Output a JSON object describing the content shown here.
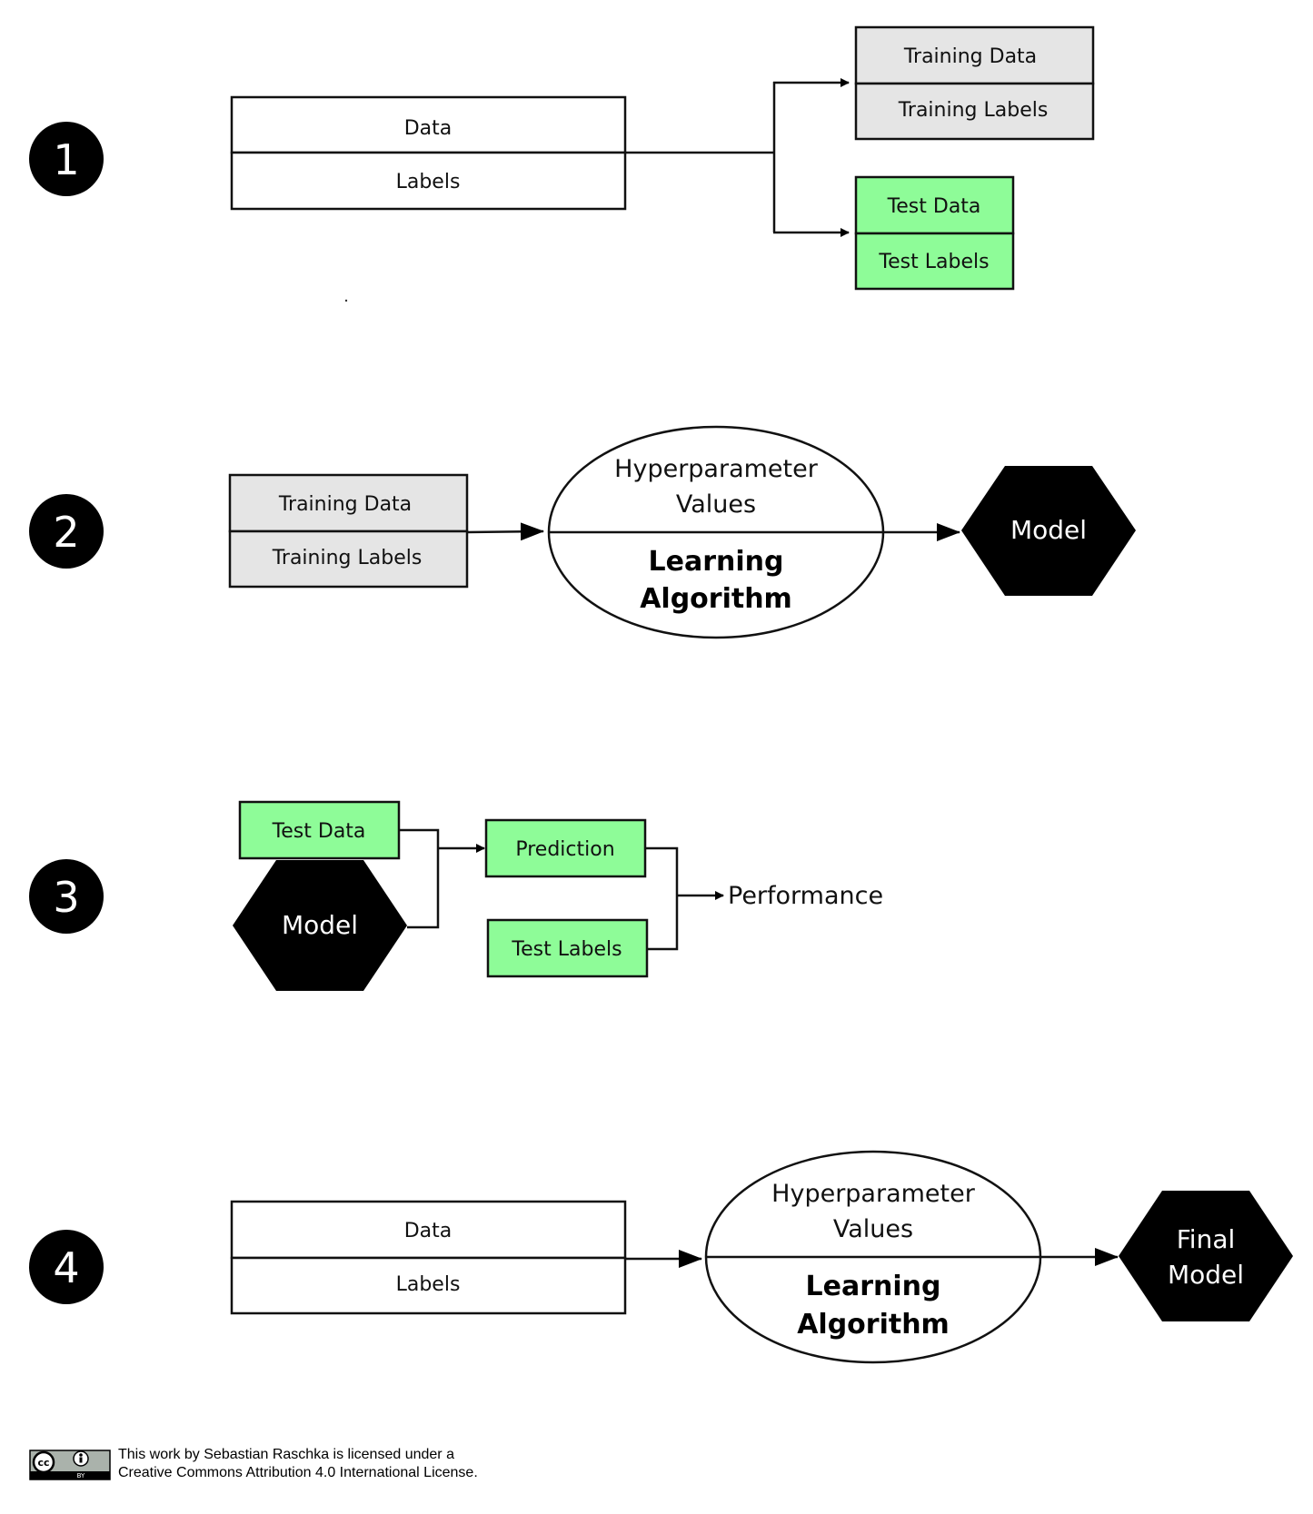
{
  "colors": {
    "white_box": "#ffffff",
    "gray_box": "#e5e5e5",
    "green_box": "#8efc98",
    "hexagon": "#000000",
    "step_circle": "#000000",
    "stroke": "#111111"
  },
  "steps": {
    "s1": {
      "number": "1",
      "data": "Data",
      "labels": "Labels",
      "training_data": "Training Data",
      "training_labels": "Training Labels",
      "test_data": "Test Data",
      "test_labels": "Test Labels"
    },
    "s2": {
      "number": "2",
      "training_data": "Training Data",
      "training_labels": "Training Labels",
      "hyper_line1": "Hyperparameter",
      "hyper_line2": "Values",
      "algo_line1": "Learning",
      "algo_line2": "Algorithm",
      "model": "Model"
    },
    "s3": {
      "number": "3",
      "test_data": "Test Data",
      "model": "Model",
      "prediction": "Prediction",
      "test_labels": "Test Labels",
      "performance": "Performance"
    },
    "s4": {
      "number": "4",
      "data": "Data",
      "labels": "Labels",
      "hyper_line1": "Hyperparameter",
      "hyper_line2": "Values",
      "algo_line1": "Learning",
      "algo_line2": "Algorithm",
      "final_line1": "Final",
      "final_line2": "Model"
    }
  },
  "license": {
    "badge_cc": "cc",
    "badge_by": "BY",
    "line1": "This work by Sebastian Raschka is licensed under a",
    "line2": "Creative Commons Attribution 4.0 International License."
  }
}
